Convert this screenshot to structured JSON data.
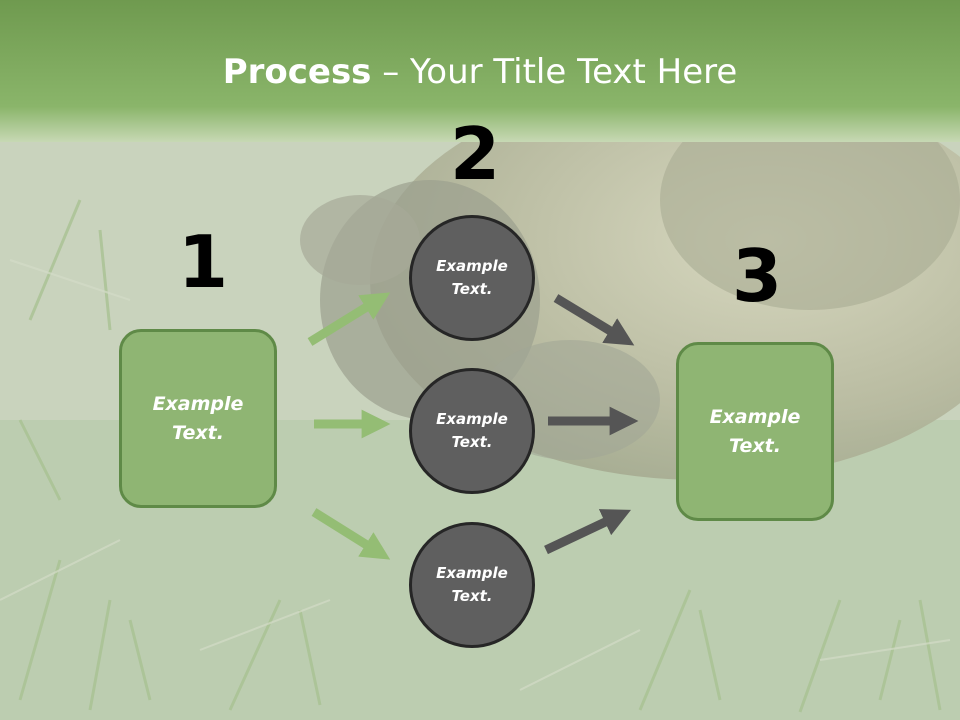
{
  "slide": {
    "title_bold": "Process",
    "title_rest": " – Your Title Text Here"
  },
  "steps": {
    "n1": "1",
    "n2": "2",
    "n3": "3"
  },
  "left_box": {
    "text": "Example Text."
  },
  "right_box": {
    "text": "Example Text."
  },
  "circles": [
    {
      "text": "Example Text."
    },
    {
      "text": "Example Text."
    },
    {
      "text": "Example Text."
    }
  ],
  "colors": {
    "header": "#86ad63",
    "box_fill": "#8fb573",
    "box_border": "#5f8a47",
    "circle_fill": "#5f5f5f",
    "green_arrow": "#94bd74",
    "gray_arrow": "#555555"
  },
  "background": {
    "image": "tortoise on grass (faded)"
  }
}
